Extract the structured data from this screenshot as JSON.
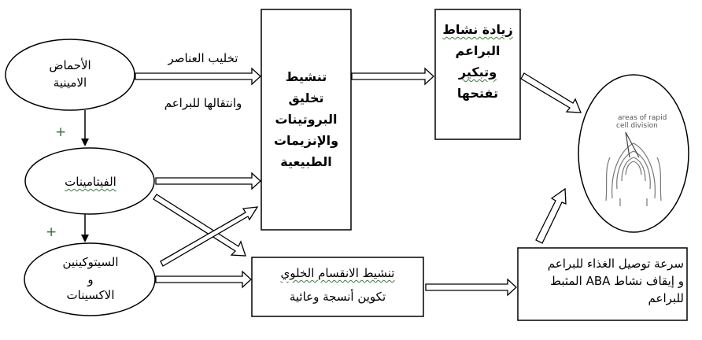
{
  "nodes": {
    "amino_acids": "الأحماض الامينية",
    "vitamins": "الفيتامينات",
    "cytokinin_line1": "السيتوكينين",
    "cytokinin_line2": "و",
    "cytokinin_line3": "الاكسينات",
    "protein_box": {
      "line1": "تنشيط",
      "line2": "تخليق",
      "line3": "البروتينات",
      "line4": "والإنزيمات",
      "line5": "الطبيعية"
    },
    "buds_box": {
      "line1": "زيادة نشاط",
      "line2": "البراعم",
      "line3": "وتبكير",
      "line4": "تفتحها"
    },
    "cell_division_box": {
      "line1": "تنشيط الانقسام الخلوي",
      "line2": "تكوين أنسجة وعائية"
    },
    "transport_box": {
      "line1": "سرعة توصيل الغذاء للبراعم",
      "line2": "و إيقاف نشاط ABA  المثبط",
      "line3": "للبراعم"
    }
  },
  "edge_labels": {
    "chelation": "تخليب العناصر",
    "transport": "وانتقالها للبراعم"
  },
  "plus_signs": [
    "+",
    "+"
  ],
  "image_labels": {
    "line1": "areas of rapid",
    "line2": "cell division"
  }
}
